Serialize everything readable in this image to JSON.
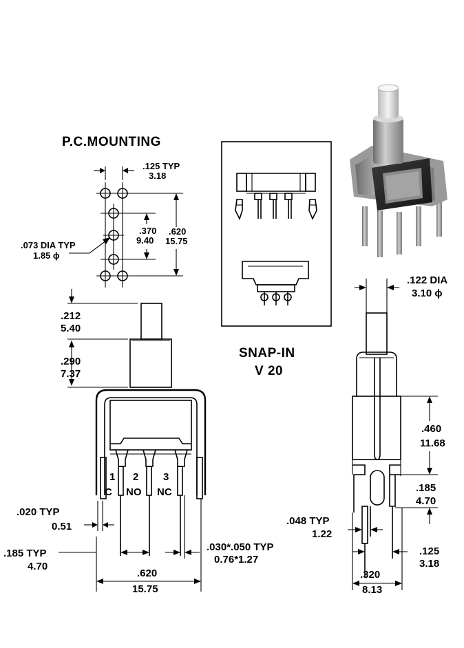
{
  "pc_mounting": {
    "title": "P.C.MOUNTING",
    "pitch_in": ".125 TYP",
    "pitch_mm": "3.18",
    "hole_dia_in": ".073 DIA TYP",
    "hole_dia_mm": "1.85 ϕ",
    "inner_span_in": ".370",
    "inner_span_mm": "9.40",
    "outer_span_in": ".620",
    "outer_span_mm": "15.75"
  },
  "snap_in": {
    "title": "SNAP-IN",
    "subtitle": "V 20"
  },
  "front_view": {
    "plunger_in": ".212",
    "plunger_mm": "5.40",
    "bushing_in": ".290",
    "bushing_mm": "7.37",
    "pins": [
      {
        "number": "1",
        "label": "C"
      },
      {
        "number": "2",
        "label": "NO"
      },
      {
        "number": "3",
        "label": "NC"
      }
    ],
    "pin_thick_in": ".020 TYP",
    "pin_thick_mm": "0.51",
    "pin_spacing_in": ".185 TYP",
    "pin_spacing_mm": "4.70",
    "pin_width_in": ".030*.050 TYP",
    "pin_width_mm": "0.76*1.27",
    "overall_in": ".620",
    "overall_mm": "15.75"
  },
  "side_view": {
    "plunger_dia_in": ".122 DIA",
    "plunger_dia_mm": "3.10 ϕ",
    "body_in": ".460",
    "body_mm": "11.68",
    "offset_in": ".185",
    "offset_mm": "4.70",
    "pin_in": ".048 TYP",
    "pin_mm": "1.22",
    "bracket_in": ".125",
    "bracket_mm": "3.18",
    "width_in": ".320",
    "width_mm": "8.13"
  },
  "photo": {
    "alt": "snap-in pushbutton switch photo"
  }
}
